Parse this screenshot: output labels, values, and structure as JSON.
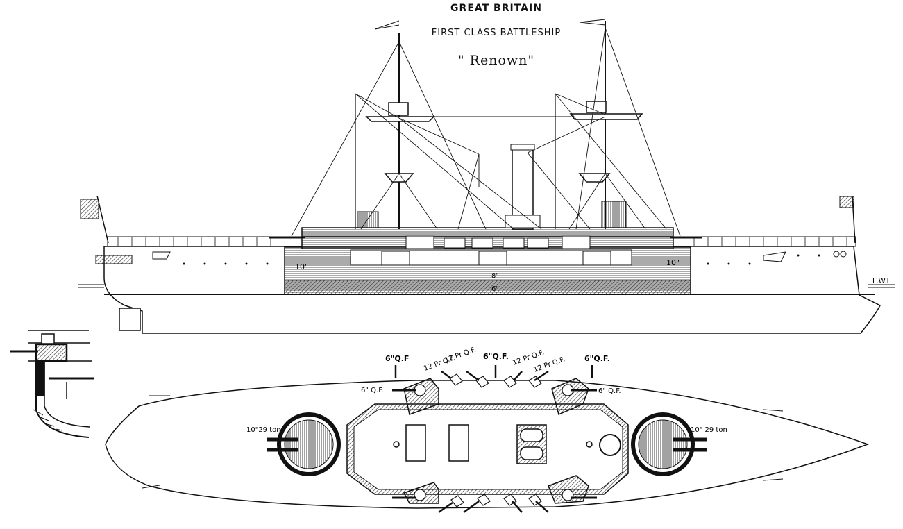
{
  "header": {
    "country": "GREAT BRITAIN",
    "ship_class": "FIRST CLASS BATTLESHIP",
    "ship_name": "\" Renown\""
  },
  "profile": {
    "waterline_label": "L.W.L",
    "armour_labels": [
      "10\"",
      "10\"",
      "8\"",
      "6\""
    ]
  },
  "plan_labels": {
    "qf6_top_left": "6\"Q.F",
    "qf6_top_center": "6\"Q.F.",
    "qf6_top_right": "6\"Q.F.",
    "qf6_mid_left": "6\" Q.F.",
    "qf6_mid_right": "6\" Q.F.",
    "qf12_a": "12 Pr Q.F.",
    "qf12_b": "12 Pr Q.F.",
    "qf12_c": "12 Pr Q.F.",
    "qf12_d": "12 Pr Q.F.",
    "gun10_fore": "10\"29 ton",
    "gun10_aft": "10\" 29 ton"
  },
  "colors": {
    "ink": "#111111",
    "paper": "#ffffff",
    "hatch": "#777777"
  }
}
